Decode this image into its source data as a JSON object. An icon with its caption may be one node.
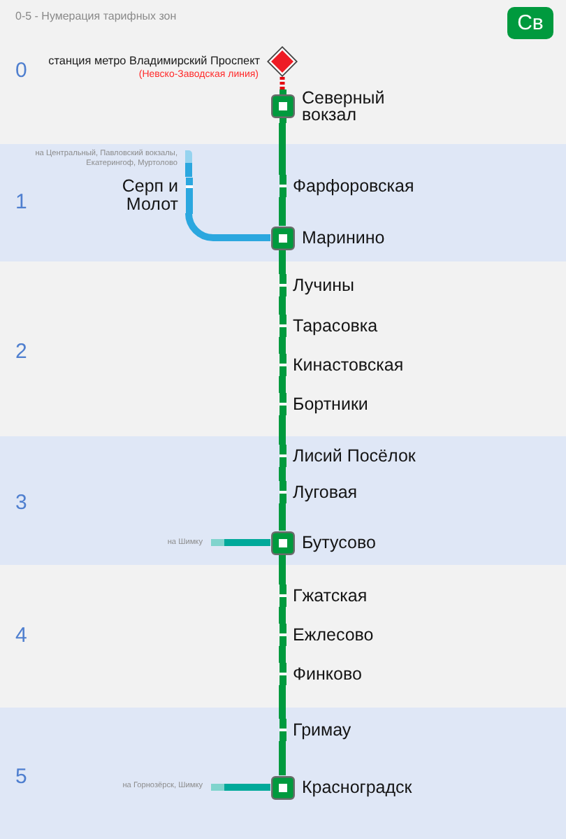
{
  "diagram": {
    "nodes": [
      {
        "text": [
          "Св"
        ]
      },
      {
        "text": [
          "0"
        ]
      },
      {
        "text": [],
        "shape": "diamond",
        "beside": [
          "станция метро Владимирский Проспект",
          "(Невско-Заводская линия)"
        ],
        "in": 1
      },
      {
        "text": [
          "Северный вокзал"
        ],
        "in": 1
      },
      {
        "text": [
          "1"
        ]
      },
      {
        "text": [
          "на Центральный, Павловский вокзалы, Екатерингоф, Муртолово"
        ],
        "in": 4
      },
      {
        "text": [
          "Серп и Молот"
        ],
        "in": 4
      },
      {
        "text": [
          "Фарфоровская"
        ],
        "in": 4
      },
      {
        "text": [
          "Маринино"
        ],
        "in": 4
      },
      {
        "text": [
          "2"
        ]
      },
      {
        "text": [
          "Лучины"
        ],
        "in": 9
      },
      {
        "text": [
          "Тарасовка"
        ],
        "in": 9
      },
      {
        "text": [
          "Кинастовская"
        ],
        "in": 9
      },
      {
        "text": [
          "Бортники"
        ],
        "in": 9
      },
      {
        "text": [
          "3"
        ]
      },
      {
        "text": [
          "Лисий Посёлок"
        ],
        "in": 14
      },
      {
        "text": [
          "Луговая"
        ],
        "in": 14
      },
      {
        "text": [
          "на Шимку"
        ],
        "in": 14
      },
      {
        "text": [
          "Бутусово"
        ],
        "in": 14
      },
      {
        "text": [
          "4"
        ]
      },
      {
        "text": [
          "Гжатская"
        ],
        "in": 19
      },
      {
        "text": [
          "Ежлесово"
        ],
        "in": 19
      },
      {
        "text": [
          "Финково"
        ],
        "in": 19
      },
      {
        "text": [
          "5"
        ]
      },
      {
        "text": [
          "Гримау"
        ],
        "in": 23
      },
      {
        "text": [
          "на Горнозёрск, Шимку"
        ],
        "in": 23
      },
      {
        "text": [
          "Красноградск"
        ],
        "in": 23
      }
    ],
    "edges": [
      {
        "from": 2,
        "to": 3,
        "arrow": "none",
        "style": "dashed",
        "color": "#e4000f"
      },
      {
        "from": 3,
        "to": 7,
        "arrow": "none"
      },
      {
        "from": 7,
        "to": 8,
        "arrow": "none"
      },
      {
        "from": 5,
        "to": 6,
        "arrow": "none",
        "color": "#2ba7df"
      },
      {
        "from": 6,
        "to": 8,
        "arrow": "none",
        "color": "#2ba7df"
      },
      {
        "from": 8,
        "to": 10,
        "arrow": "none"
      },
      {
        "from": 10,
        "to": 11,
        "arrow": "none"
      },
      {
        "from": 11,
        "to": 12,
        "arrow": "none"
      },
      {
        "from": 12,
        "to": 13,
        "arrow": "none"
      },
      {
        "from": 13,
        "to": 15,
        "arrow": "none"
      },
      {
        "from": 15,
        "to": 16,
        "arrow": "none"
      },
      {
        "from": 16,
        "to": 18,
        "arrow": "none"
      },
      {
        "from": 17,
        "to": 18,
        "arrow": "none",
        "color": "#00a99a"
      },
      {
        "from": 18,
        "to": 20,
        "arrow": "none"
      },
      {
        "from": 20,
        "to": 21,
        "arrow": "none"
      },
      {
        "from": 21,
        "to": 22,
        "arrow": "none"
      },
      {
        "from": 22,
        "to": 24,
        "arrow": "none"
      },
      {
        "from": 24,
        "to": 26,
        "arrow": "none"
      },
      {
        "from": 25,
        "to": 26,
        "arrow": "none",
        "color": "#00a99a"
      }
    ],
    "labels": [
      "0-5 - Нумерация тарифных зон"
    ]
  }
}
